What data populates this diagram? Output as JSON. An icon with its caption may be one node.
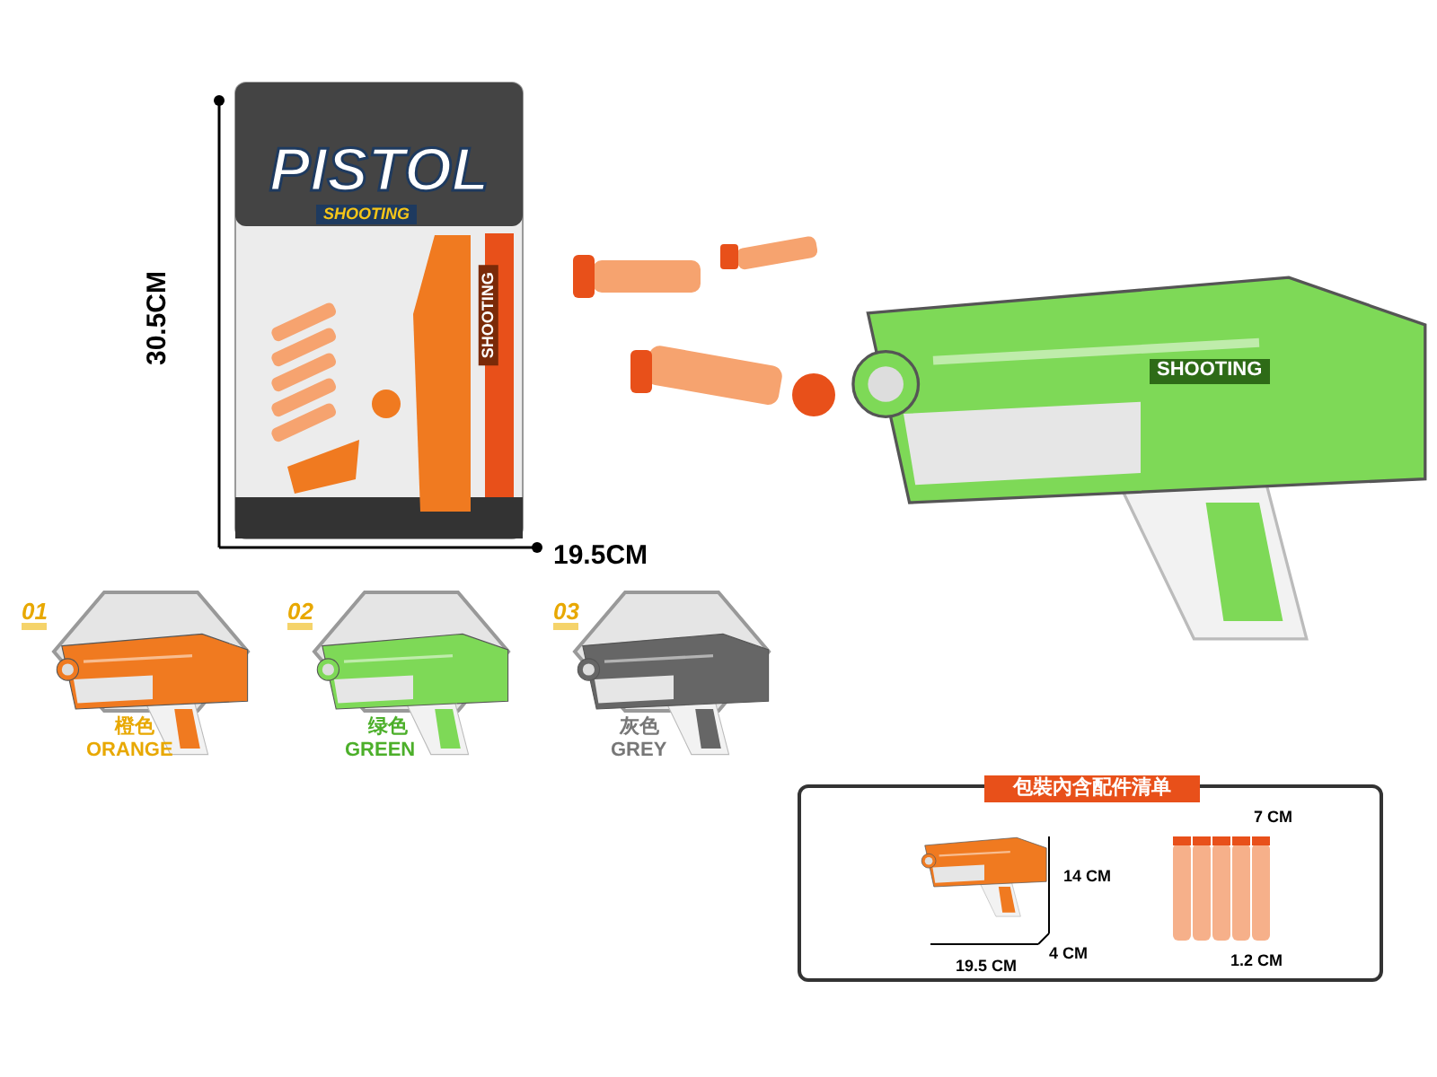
{
  "diagram": {
    "labels": [
      "30.5CM",
      "19.5CM",
      "PISTOL",
      "SHOOTING",
      "SHOOTING",
      "SHOOTING",
      "01",
      "02",
      "03",
      "橙色",
      "ORANGE",
      "绿色",
      "GREEN",
      "灰色",
      "GREY",
      "包裝內含配件清单",
      "7 CM",
      "14 CM",
      "19.5 CM",
      "4 CM",
      "1.2 CM"
    ]
  }
}
